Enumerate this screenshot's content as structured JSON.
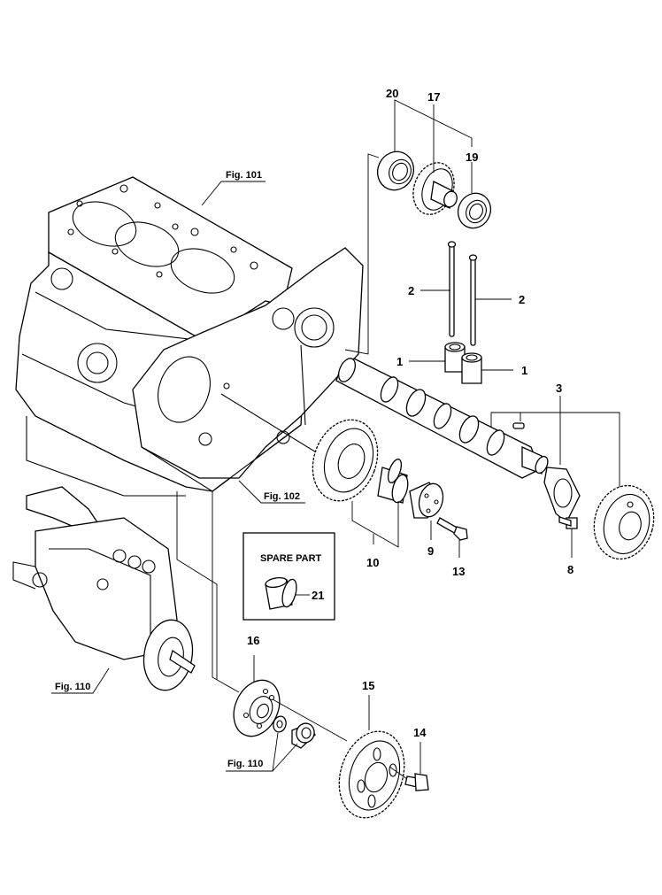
{
  "diagram": {
    "title": "Camshaft and Idle Gear exploded parts view",
    "part_numbers": {
      "p1a": "1",
      "p1b": "1",
      "p2a": "2",
      "p2b": "2",
      "p3": "3",
      "p8": "8",
      "p9": "9",
      "p10": "10",
      "p13": "13",
      "p14": "14",
      "p15": "15",
      "p16": "16",
      "p17": "17",
      "p19": "19",
      "p20": "20",
      "p21": "21"
    },
    "figure_refs": {
      "cylinder_block": "Fig. 101",
      "gear_case": "Fig. 102",
      "fuel_pump": "Fig. 110",
      "pump_parts": "Fig. 110"
    },
    "spare_part_box": {
      "title": "SPARE PART",
      "item": "21"
    }
  }
}
